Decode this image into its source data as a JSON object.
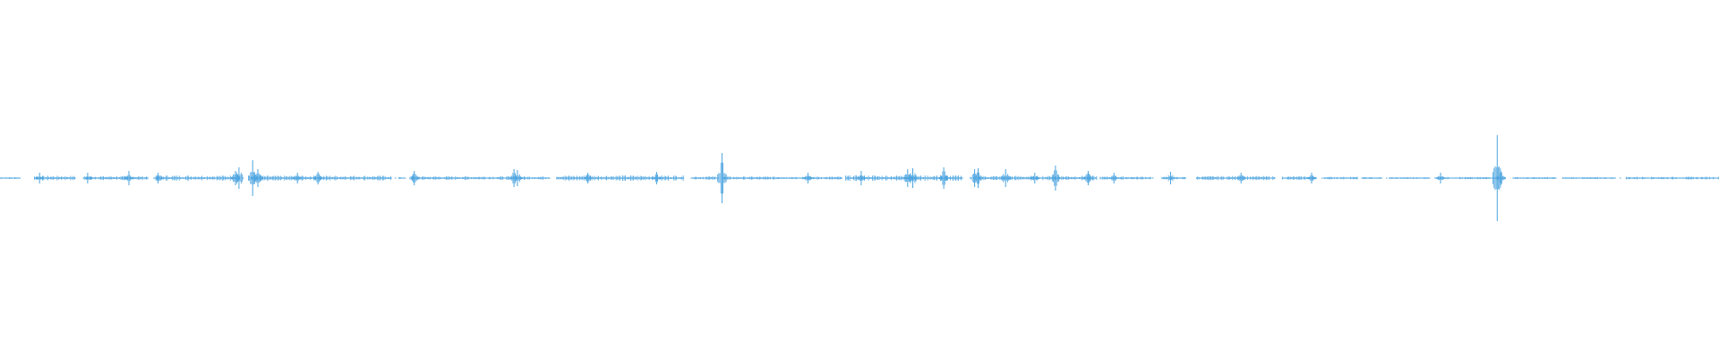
{
  "waveform": {
    "color": "#4aa3df",
    "segments": [
      {
        "start": 0.0,
        "end": 0.012,
        "amp": 0.004
      },
      {
        "start": 0.02,
        "end": 0.044,
        "amp": 0.01
      },
      {
        "start": 0.05,
        "end": 0.086,
        "amp": 0.009
      },
      {
        "start": 0.091,
        "end": 0.14,
        "amp": 0.012
      },
      {
        "start": 0.146,
        "end": 0.228,
        "amp": 0.011
      },
      {
        "start": 0.232,
        "end": 0.236,
        "amp": 0.004
      },
      {
        "start": 0.24,
        "end": 0.32,
        "amp": 0.008
      },
      {
        "start": 0.324,
        "end": 0.398,
        "amp": 0.012
      },
      {
        "start": 0.402,
        "end": 0.418,
        "amp": 0.008
      },
      {
        "start": 0.42,
        "end": 0.49,
        "amp": 0.007
      },
      {
        "start": 0.492,
        "end": 0.56,
        "amp": 0.012
      },
      {
        "start": 0.57,
        "end": 0.638,
        "amp": 0.01
      },
      {
        "start": 0.64,
        "end": 0.67,
        "amp": 0.007
      },
      {
        "start": 0.676,
        "end": 0.69,
        "amp": 0.006
      },
      {
        "start": 0.696,
        "end": 0.742,
        "amp": 0.009
      },
      {
        "start": 0.746,
        "end": 0.766,
        "amp": 0.008
      },
      {
        "start": 0.77,
        "end": 0.79,
        "amp": 0.006
      },
      {
        "start": 0.792,
        "end": 0.804,
        "amp": 0.004
      },
      {
        "start": 0.808,
        "end": 0.832,
        "amp": 0.004
      },
      {
        "start": 0.836,
        "end": 0.876,
        "amp": 0.005
      },
      {
        "start": 0.88,
        "end": 0.905,
        "amp": 0.004
      },
      {
        "start": 0.909,
        "end": 0.94,
        "amp": 0.004
      },
      {
        "start": 0.946,
        "end": 1.0,
        "amp": 0.006
      }
    ],
    "bursts": [
      {
        "pos": 0.023,
        "amp": 0.03
      },
      {
        "pos": 0.051,
        "amp": 0.03
      },
      {
        "pos": 0.075,
        "amp": 0.04
      },
      {
        "pos": 0.092,
        "amp": 0.03
      },
      {
        "pos": 0.137,
        "amp": 0.04
      },
      {
        "pos": 0.139,
        "amp": 0.06
      },
      {
        "pos": 0.147,
        "amp": 0.1
      },
      {
        "pos": 0.15,
        "amp": 0.05
      },
      {
        "pos": 0.173,
        "amp": 0.03
      },
      {
        "pos": 0.185,
        "amp": 0.035
      },
      {
        "pos": 0.241,
        "amp": 0.04
      },
      {
        "pos": 0.299,
        "amp": 0.05
      },
      {
        "pos": 0.301,
        "amp": 0.045
      },
      {
        "pos": 0.342,
        "amp": 0.03
      },
      {
        "pos": 0.382,
        "amp": 0.035
      },
      {
        "pos": 0.42,
        "amp": 0.14
      },
      {
        "pos": 0.47,
        "amp": 0.03
      },
      {
        "pos": 0.501,
        "amp": 0.04
      },
      {
        "pos": 0.528,
        "amp": 0.05
      },
      {
        "pos": 0.531,
        "amp": 0.055
      },
      {
        "pos": 0.549,
        "amp": 0.06
      },
      {
        "pos": 0.567,
        "amp": 0.05
      },
      {
        "pos": 0.569,
        "amp": 0.055
      },
      {
        "pos": 0.585,
        "amp": 0.05
      },
      {
        "pos": 0.602,
        "amp": 0.03
      },
      {
        "pos": 0.614,
        "amp": 0.07
      },
      {
        "pos": 0.633,
        "amp": 0.04
      },
      {
        "pos": 0.648,
        "amp": 0.03
      },
      {
        "pos": 0.681,
        "amp": 0.035
      },
      {
        "pos": 0.722,
        "amp": 0.03
      },
      {
        "pos": 0.763,
        "amp": 0.03
      },
      {
        "pos": 0.838,
        "amp": 0.03
      },
      {
        "pos": 0.871,
        "amp": 0.24
      },
      {
        "pos": 0.873,
        "amp": 0.04
      }
    ]
  }
}
